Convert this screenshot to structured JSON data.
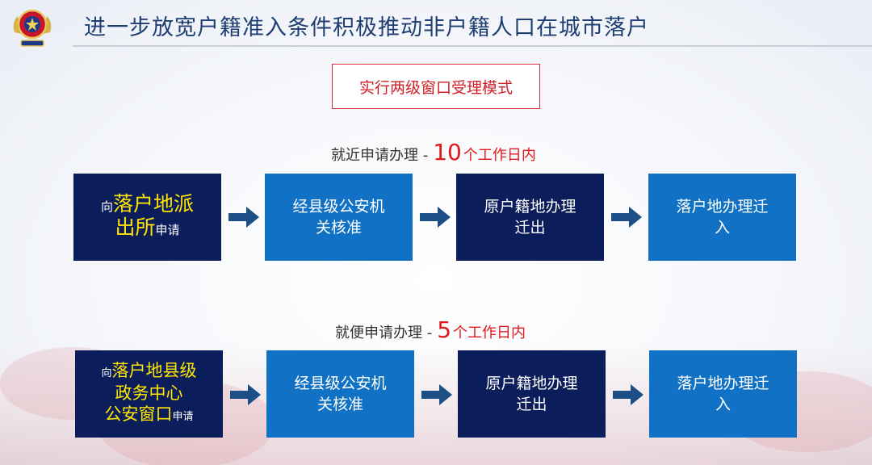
{
  "header": {
    "title": "进一步放宽户籍准入条件积极推动非户籍人口在城市落户"
  },
  "mode_box": {
    "text": "实行两级窗口受理模式"
  },
  "row1": {
    "label_text": "就近申请办理 -",
    "label_number": "10",
    "label_days": "个工作日内",
    "step1": {
      "prefix": "向",
      "highlight_line1": "落户地派",
      "highlight_line2": "出所",
      "suffix": "申请"
    },
    "step2": {
      "line1": "经县级公安机",
      "line2": "关核准"
    },
    "step3": {
      "line1": "原户籍地办理",
      "line2": "迁出"
    },
    "step4": {
      "line1": "落户地办理迁",
      "line2": "入"
    }
  },
  "row2": {
    "label_text": "就便申请办理 -",
    "label_number": "5",
    "label_days": "个工作日内",
    "step1": {
      "prefix": "向",
      "highlight_line1": "落户地县级",
      "highlight_line2": "政务中心",
      "highlight_line3": "公安窗口",
      "suffix": "申请"
    },
    "step2": {
      "line1": "经县级公安机",
      "line2": "关核准"
    },
    "step3": {
      "line1": "原户籍地办理",
      "line2": "迁出"
    },
    "step4": {
      "line1": "落户地办理迁",
      "line2": "入"
    }
  },
  "colors": {
    "title": "#1f3f73",
    "dark_box": "#0c1d5c",
    "blue_box": "#1071c5",
    "highlight": "#ffe600",
    "accent_red": "#e0191b",
    "arrow": "#1b4f86"
  },
  "icons": {
    "emblem": "police-emblem-icon",
    "arrow": "right-arrow-icon"
  }
}
